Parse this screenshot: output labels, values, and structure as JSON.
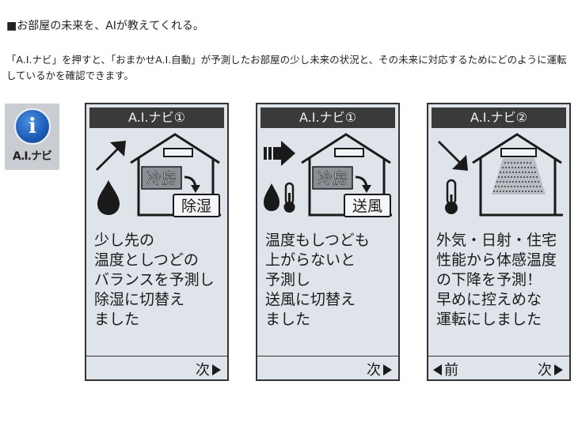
{
  "heading": "■お部屋の未来を、AIが教えてくれる。",
  "description": "「A.I.ナビ」を押すと、「おまかせA.I.自動」が予測したお部屋の少し未来の状況と、その未来に対応するためにどのように運転しているかを確認できます。",
  "badge": {
    "icon_name": "info-icon",
    "glyph": "i",
    "label": "A.I.ナビ"
  },
  "screens": [
    {
      "title": "A.I.ナビ①",
      "mode_from": "冷房",
      "mode_to": "除湿",
      "icons": [
        "arrow-up-right-icon",
        "water-drop-icon",
        "house-icon",
        "air-conditioner-icon"
      ],
      "message": "少し先の\n温度としつどの\nバランスを予測し\n除湿に切替え\nました",
      "next": "次"
    },
    {
      "title": "A.I.ナビ①",
      "mode_from": "冷房",
      "mode_to": "送風",
      "icons": [
        "arrow-right-icon",
        "water-drop-icon",
        "thermometer-icon",
        "house-icon",
        "air-conditioner-icon"
      ],
      "message": "温度もしつども\n上がらないと\n予測し\n送風に切替え\nました",
      "next": "次"
    },
    {
      "title": "A.I.ナビ②",
      "icons": [
        "arrow-down-right-icon",
        "thermometer-icon",
        "house-icon",
        "air-conditioner-icon",
        "airflow-icon"
      ],
      "message": "外気・日射・住宅\n性能から体感温度\nの下降を予測！\n早めに控えめな\n運転にしました",
      "prev": "前",
      "next": "次"
    }
  ]
}
